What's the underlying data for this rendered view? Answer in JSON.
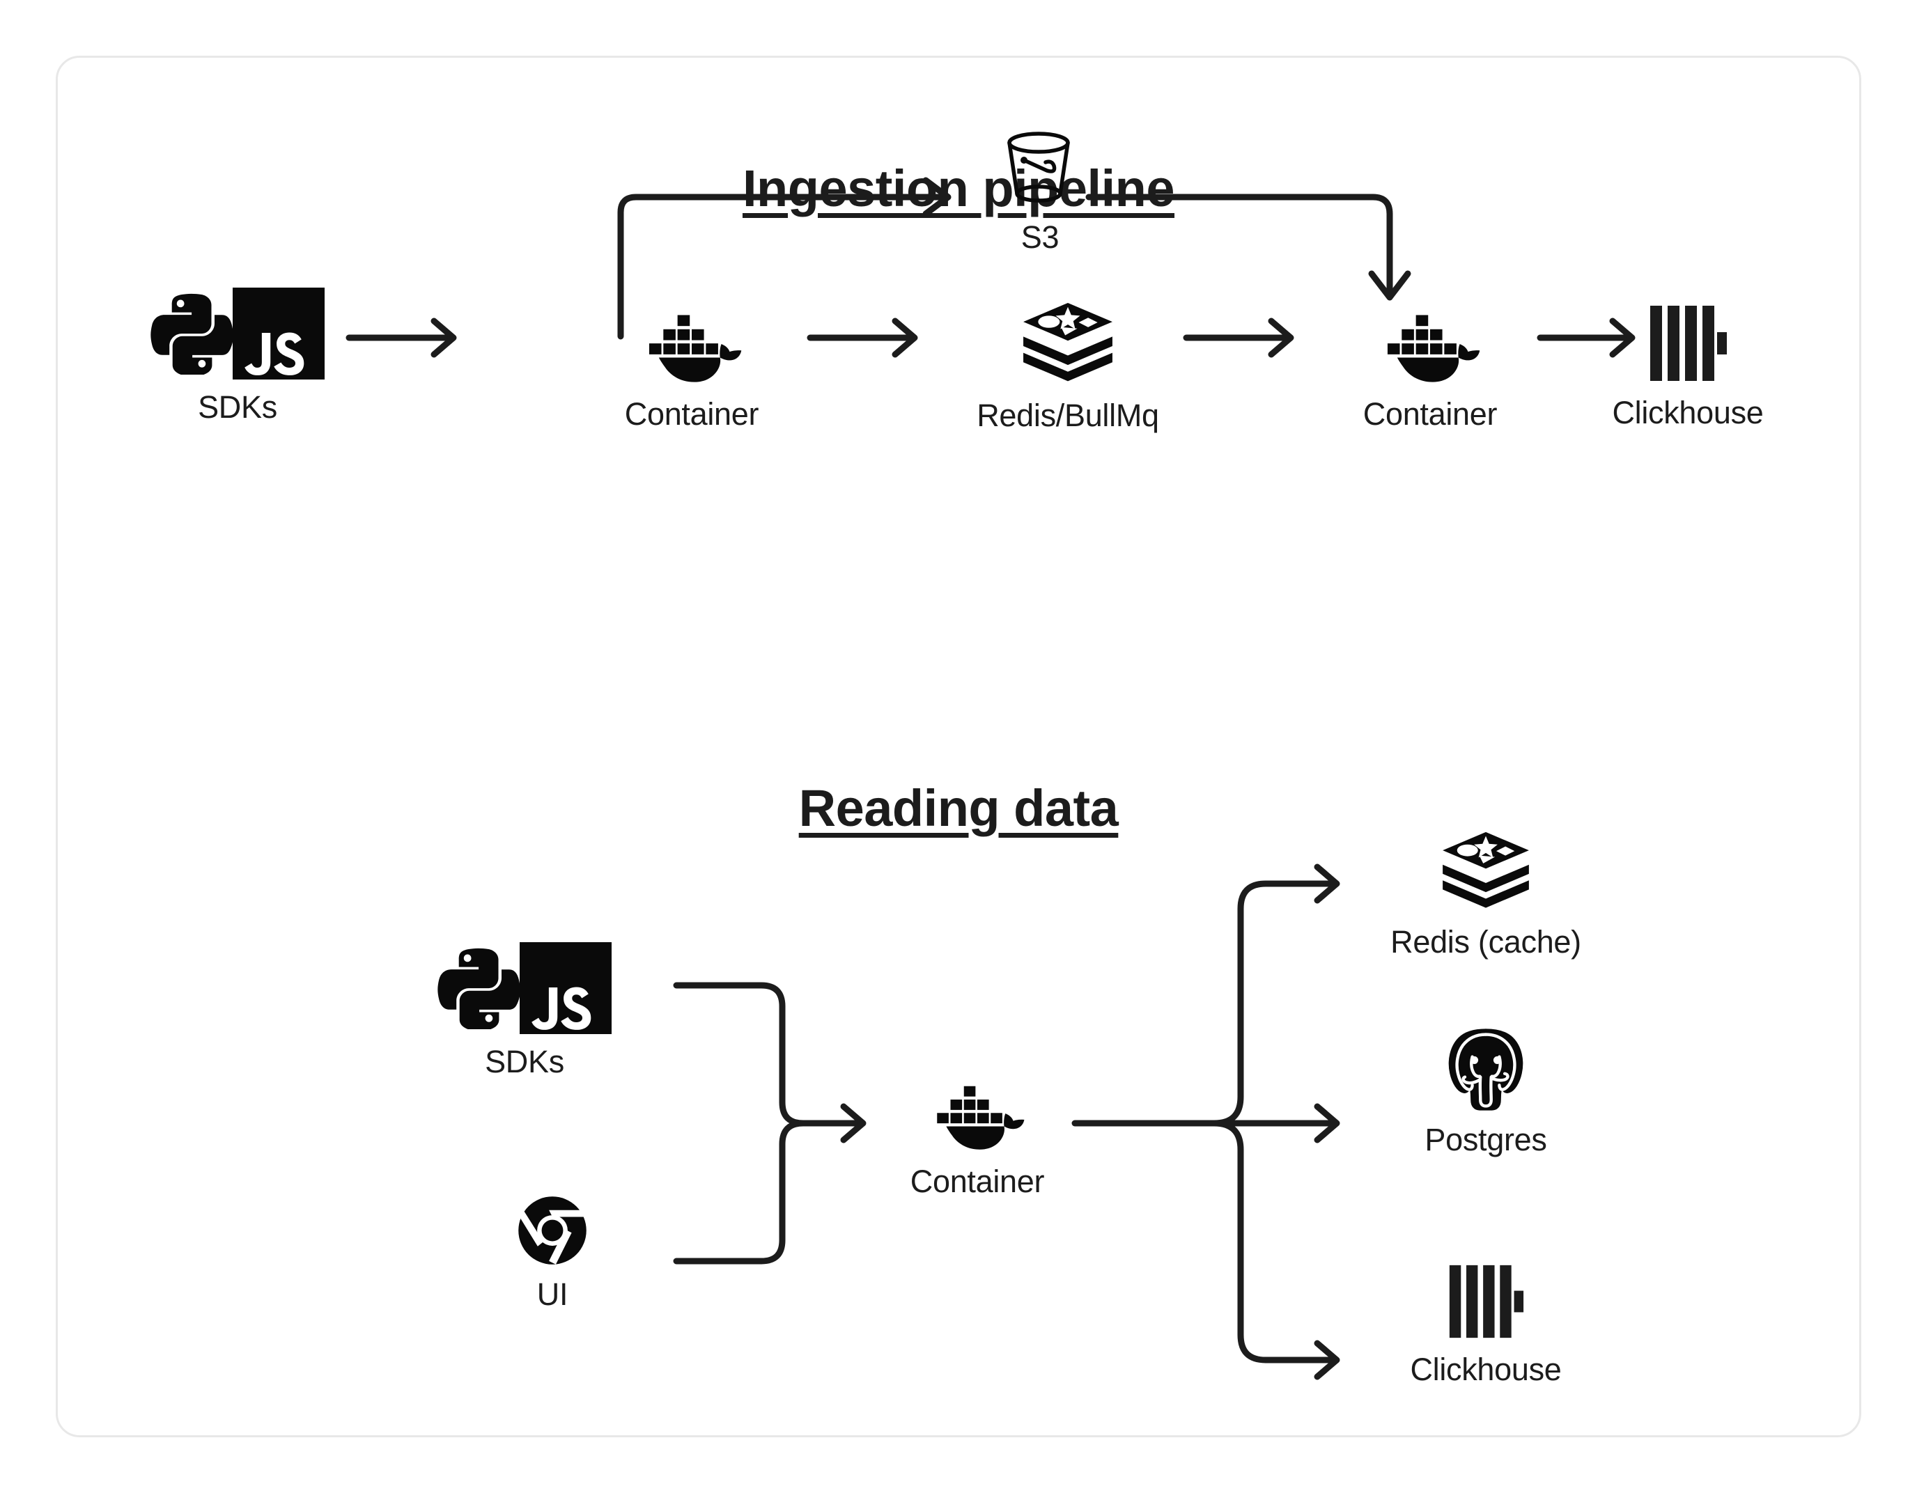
{
  "diagram": {
    "sections": [
      {
        "id": "ingestion",
        "title": "Ingestion pipeline",
        "nodes": [
          {
            "id": "sdks-1",
            "label": "SDKs",
            "icon": "python-js-sdk-icon"
          },
          {
            "id": "container-1",
            "label": "Container",
            "icon": "docker-whale-icon"
          },
          {
            "id": "s3",
            "label": "S3",
            "icon": "s3-bucket-icon"
          },
          {
            "id": "redis-bullmq",
            "label": "Redis/BullMq",
            "icon": "redis-stack-icon"
          },
          {
            "id": "container-2",
            "label": "Container",
            "icon": "docker-whale-icon"
          },
          {
            "id": "clickhouse-1",
            "label": "Clickhouse",
            "icon": "clickhouse-bars-icon"
          }
        ],
        "edges": [
          {
            "from": "sdks-1",
            "to": "container-1",
            "style": "straight-arrow"
          },
          {
            "from": "container-1",
            "to": "s3",
            "style": "elbow-up-right-arrow"
          },
          {
            "from": "container-1",
            "to": "redis-bullmq",
            "style": "straight-arrow"
          },
          {
            "from": "s3",
            "to": "container-2",
            "style": "elbow-right-down-arrow"
          },
          {
            "from": "redis-bullmq",
            "to": "container-2",
            "style": "straight-arrow"
          },
          {
            "from": "container-2",
            "to": "clickhouse-1",
            "style": "straight-arrow"
          }
        ]
      },
      {
        "id": "reading",
        "title": "Reading data",
        "nodes": [
          {
            "id": "sdks-2",
            "label": "SDKs",
            "icon": "python-js-sdk-icon"
          },
          {
            "id": "ui",
            "label": "UI",
            "icon": "chrome-browser-icon"
          },
          {
            "id": "container-3",
            "label": "Container",
            "icon": "docker-whale-icon"
          },
          {
            "id": "redis-cache",
            "label": "Redis (cache)",
            "icon": "redis-stack-icon"
          },
          {
            "id": "postgres",
            "label": "Postgres",
            "icon": "postgres-elephant-icon"
          },
          {
            "id": "clickhouse-2",
            "label": "Clickhouse",
            "icon": "clickhouse-bars-icon"
          }
        ],
        "edges": [
          {
            "from": "sdks-2",
            "to": "container-3",
            "style": "merge-down-arrow"
          },
          {
            "from": "ui",
            "to": "container-3",
            "style": "merge-up-arrow"
          },
          {
            "from": "container-3",
            "to": "redis-cache",
            "style": "branch-up-arrow"
          },
          {
            "from": "container-3",
            "to": "postgres",
            "style": "branch-straight-arrow"
          },
          {
            "from": "container-3",
            "to": "clickhouse-2",
            "style": "branch-down-arrow"
          }
        ]
      }
    ]
  },
  "colors": {
    "ink": "#1c1c1c",
    "stroke": "#1c1c1c",
    "card_border": "#e8e8e8",
    "background": "#ffffff"
  }
}
